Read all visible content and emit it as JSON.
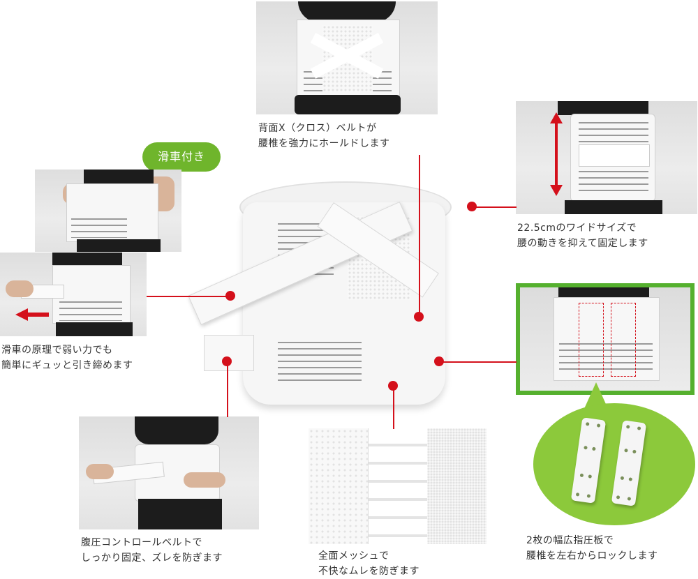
{
  "badge": {
    "label": "滑車付き"
  },
  "captions": {
    "back_x": [
      "背面X（クロス）ベルトが",
      "腰椎を強力にホールドします"
    ],
    "wide": [
      "22.5cmのワイドサイズで",
      "腰の動きを抑えて固定します"
    ],
    "pulley": [
      "滑車の原理で弱い力でも",
      "簡単にギュッと引き締めます"
    ],
    "abdominal": [
      "腹圧コントロールベルトで",
      "しっかり固定、ズレを防ぎます"
    ],
    "mesh": [
      "全面メッシュで",
      "不快なムレを防ぎます"
    ],
    "plates": [
      "2枚の幅広指圧板で",
      "腰椎を左右からロックします"
    ]
  },
  "colors": {
    "accent_red": "#d4101b",
    "badge_green": "#6fb52c",
    "frame_green": "#55b02e",
    "bubble_green": "#8cc93b"
  }
}
